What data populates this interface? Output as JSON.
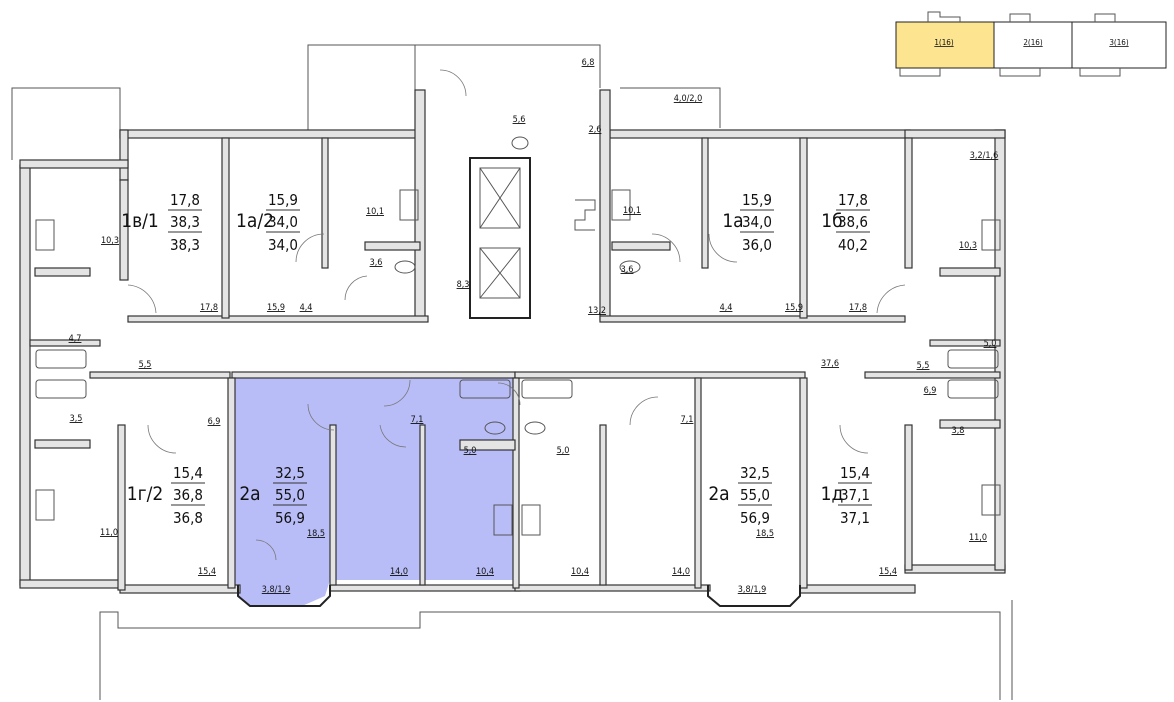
{
  "colors": {
    "selected_apartment": "#b1b6f6",
    "selected_section": "#fce490"
  },
  "section_map": {
    "sections": [
      {
        "label": "1(16)",
        "selected": true
      },
      {
        "label": "2(16)",
        "selected": false
      },
      {
        "label": "3(16)",
        "selected": false
      }
    ]
  },
  "apartments": [
    {
      "code": "1в/1",
      "living": "17,8",
      "total": "38,3",
      "total_with_balcony": "38,3",
      "selected": false
    },
    {
      "code": "1а/2",
      "living": "15,9",
      "total": "34,0",
      "total_with_balcony": "34,0",
      "selected": false
    },
    {
      "code": "1а",
      "living": "15,9",
      "total": "34,0",
      "total_with_balcony": "36,0",
      "selected": false
    },
    {
      "code": "1б",
      "living": "17,8",
      "total": "38,6",
      "total_with_balcony": "40,2",
      "selected": false
    },
    {
      "code": "1г/2",
      "living": "15,4",
      "total": "36,8",
      "total_with_balcony": "36,8",
      "selected": false
    },
    {
      "code": "2а",
      "living": "32,5",
      "total": "55,0",
      "total_with_balcony": "56,9",
      "selected": true
    },
    {
      "code": "2а",
      "living": "32,5",
      "total": "55,0",
      "total_with_balcony": "56,9",
      "selected": false
    },
    {
      "code": "1д",
      "living": "15,4",
      "total": "37,1",
      "total_with_balcony": "37,1",
      "selected": false
    }
  ],
  "room_areas": [
    "6,8",
    "4,0/2,0",
    "5,6",
    "2,6",
    "10,1",
    "10,3",
    "3,6",
    "8,3",
    "13,2",
    "17,8",
    "15,9",
    "4,4",
    "4,7",
    "5,5",
    "10,1",
    "3,6",
    "4,4",
    "15,9",
    "17,8",
    "3,2/1,6",
    "10,3",
    "5,0",
    "37,6",
    "5,5",
    "6,9",
    "3,8",
    "11,0",
    "15,4",
    "3,5",
    "6,9",
    "11,0",
    "15,4",
    "7,1",
    "5,0",
    "5,0",
    "7,1",
    "18,5",
    "14,0",
    "10,4",
    "10,4",
    "14,0",
    "18,5",
    "3,8/1,9",
    "3,8/1,9"
  ]
}
